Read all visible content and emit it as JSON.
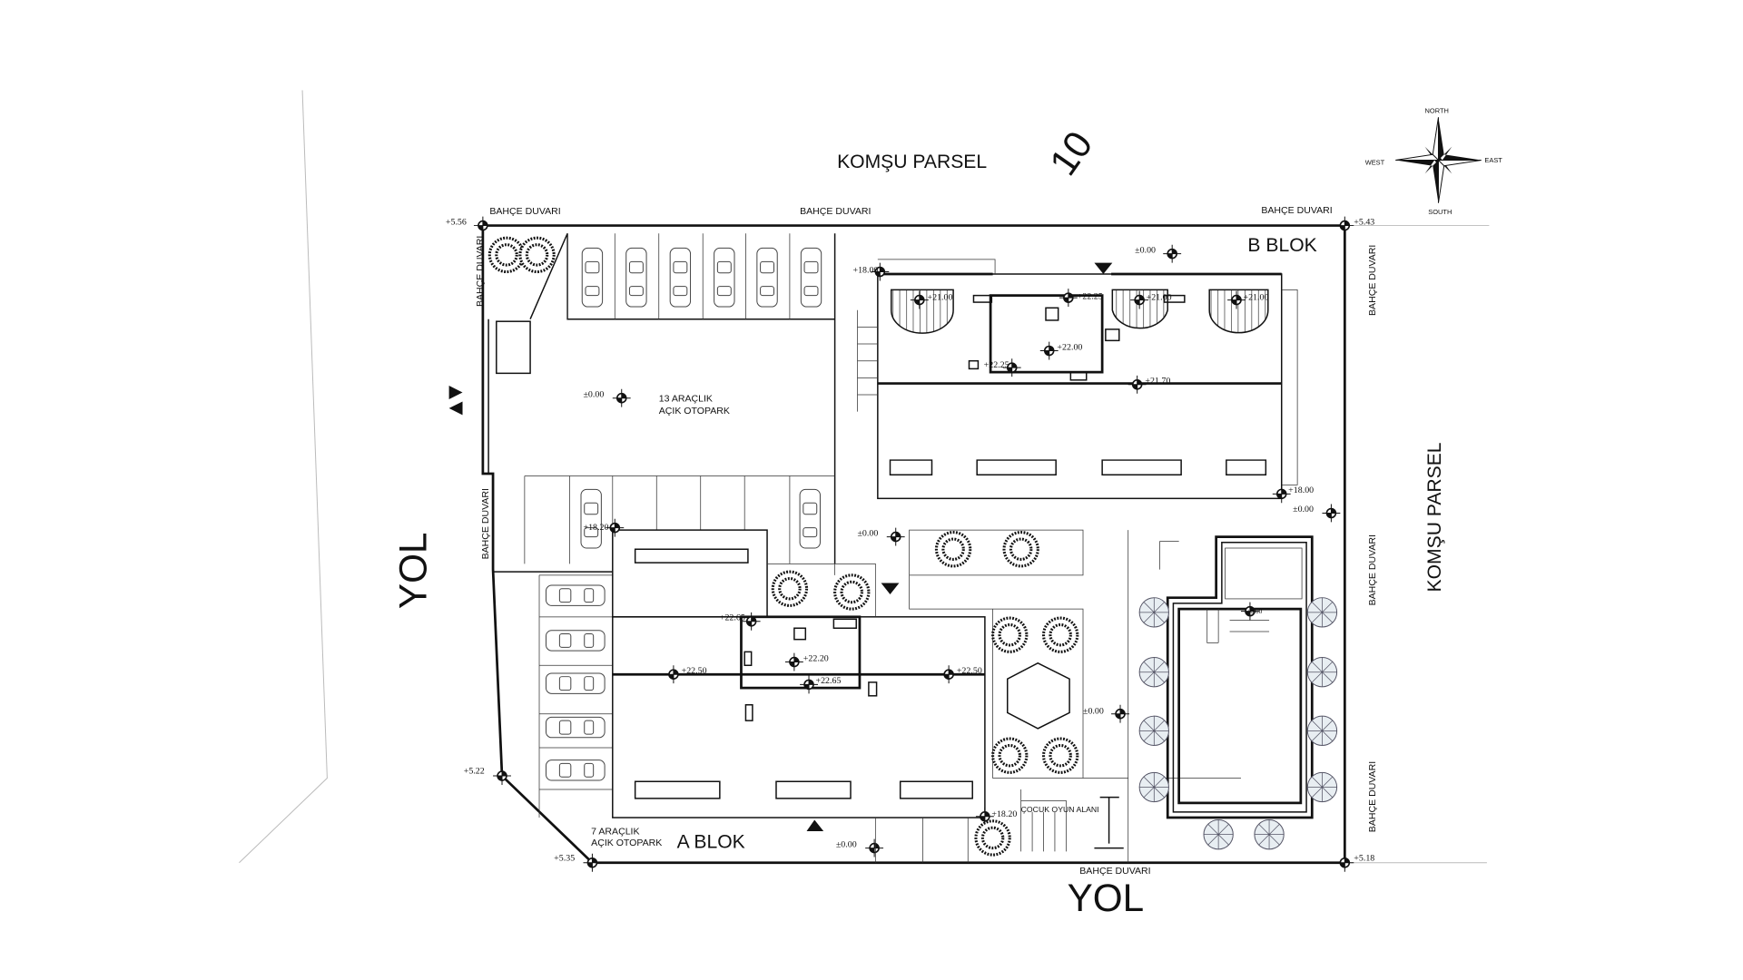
{
  "title_north_parcel": "KOMŞU PARSEL",
  "parcel_number": "10",
  "east_parcel": "KOMŞU PARSEL",
  "road_west": "YOL",
  "road_south": "YOL",
  "garden_wall": "BAHÇE DUVARI",
  "block_a": "A BLOK",
  "block_b": "B BLOK",
  "parking_13": [
    "13 ARAÇLIK",
    "AÇIK OTOPARK"
  ],
  "parking_7": [
    "7 ARAÇLIK",
    "AÇIK OTOPARK"
  ],
  "playground": "ÇOCUK OYUN ALANI",
  "compass": {
    "north": "NORTH",
    "south": "SOUTH",
    "east": "EAST",
    "west": "WEST"
  },
  "corner_levels": [
    "+5.56",
    "+5.43",
    "+5.22",
    "+5.35",
    "+5.18"
  ],
  "ground_levels": [
    "±0.00",
    "±0.00",
    "±0.00",
    "±0.00",
    "±0.00",
    "±0.00",
    "±0.00"
  ],
  "b_block_levels": [
    "+18.00",
    "+21.00",
    "+21.00",
    "+21.00",
    "+22.25",
    "+22.00",
    "+22.25",
    "+21.70",
    "+18.00"
  ],
  "a_block_levels": [
    "+18.20",
    "+22.50",
    "+22.65",
    "+22.20",
    "+22.65",
    "+22.50",
    "+18.20"
  ]
}
